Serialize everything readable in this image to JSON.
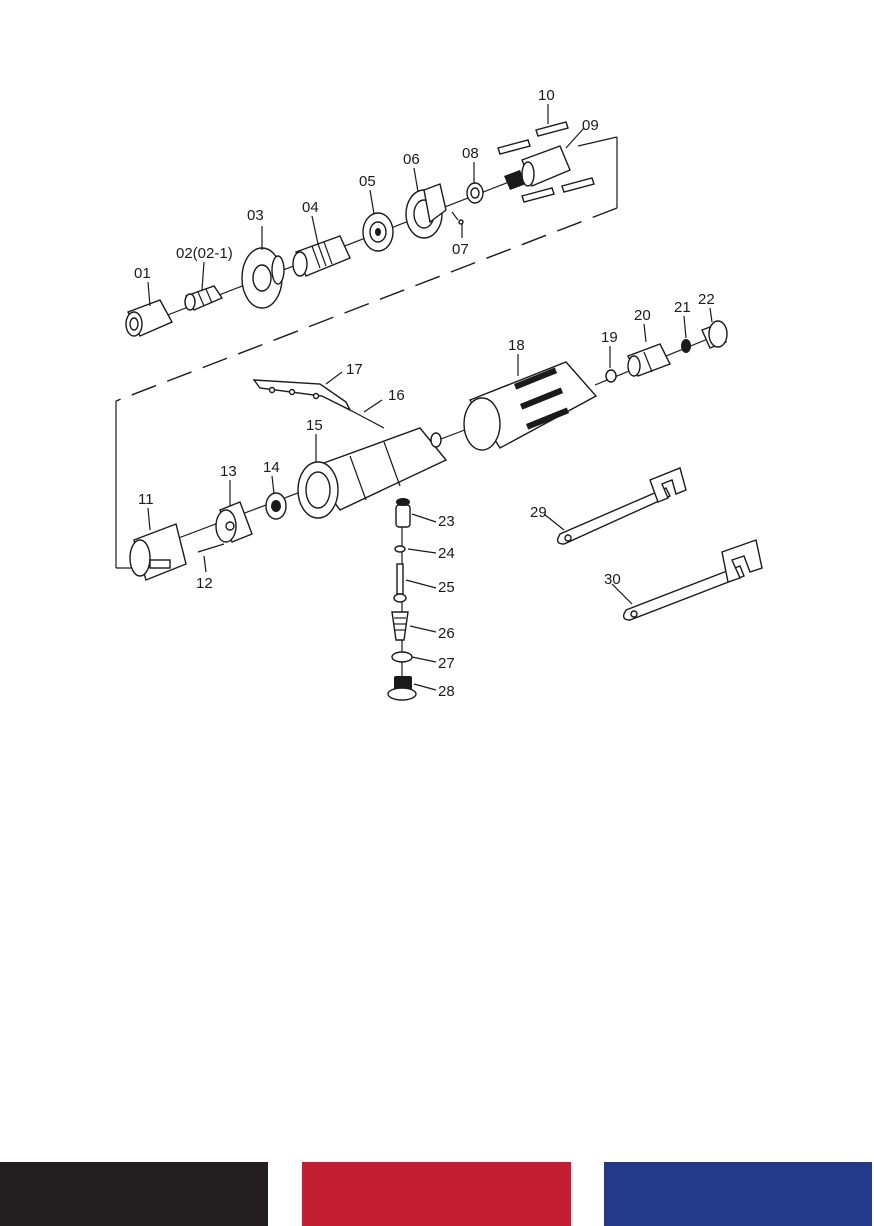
{
  "diagram": {
    "labels": {
      "p01": "01",
      "p02": "02(02-1)",
      "p03": "03",
      "p04": "04",
      "p05": "05",
      "p06": "06",
      "p07": "07",
      "p08": "08",
      "p09": "09",
      "p10": "10",
      "p11": "11",
      "p12": "12",
      "p13": "13",
      "p14": "14",
      "p15": "15",
      "p16": "16",
      "p17": "17",
      "p18": "18",
      "p19": "19",
      "p20": "20",
      "p21": "21",
      "p22": "22",
      "p23": "23",
      "p24": "24",
      "p25": "25",
      "p26": "26",
      "p27": "27",
      "p28": "28",
      "p29": "29",
      "p30": "30"
    }
  },
  "footer": {
    "colors": {
      "left": "#231f20",
      "middle": "#c41e32",
      "right": "#233a8a"
    }
  }
}
